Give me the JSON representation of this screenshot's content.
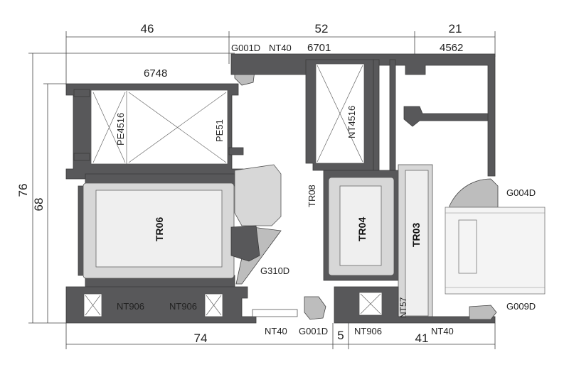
{
  "dimensions": {
    "top": [
      "46",
      "52",
      "21"
    ],
    "left": [
      "76",
      "68"
    ],
    "bottom": [
      "74",
      "5",
      "41"
    ]
  },
  "labels": {
    "g001d_top": "G001D",
    "nt40_top": "NT40",
    "code_6701": "6701",
    "code_4562": "4562",
    "code_6748": "6748",
    "pe4516": "PE4516",
    "pe51": "PE51",
    "nt4516": "NT4516",
    "tr08": "TR08",
    "tr06": "TR06",
    "tr04": "TR04",
    "tr03": "TR03",
    "g004d": "G004D",
    "g310d": "G310D",
    "nt906_left": "NT906",
    "nt906_mid": "NT906",
    "nt57": "NT57",
    "g009d": "G009D",
    "nt40_bottom": "NT40",
    "g001d_bottom": "G001D",
    "nt906_bottom": "NT906",
    "nt40_bottom_right": "NT40"
  },
  "colors": {
    "aluminium": "#58585a",
    "insulation": "#d7d7d7",
    "gasket": "#bdbdbd"
  }
}
